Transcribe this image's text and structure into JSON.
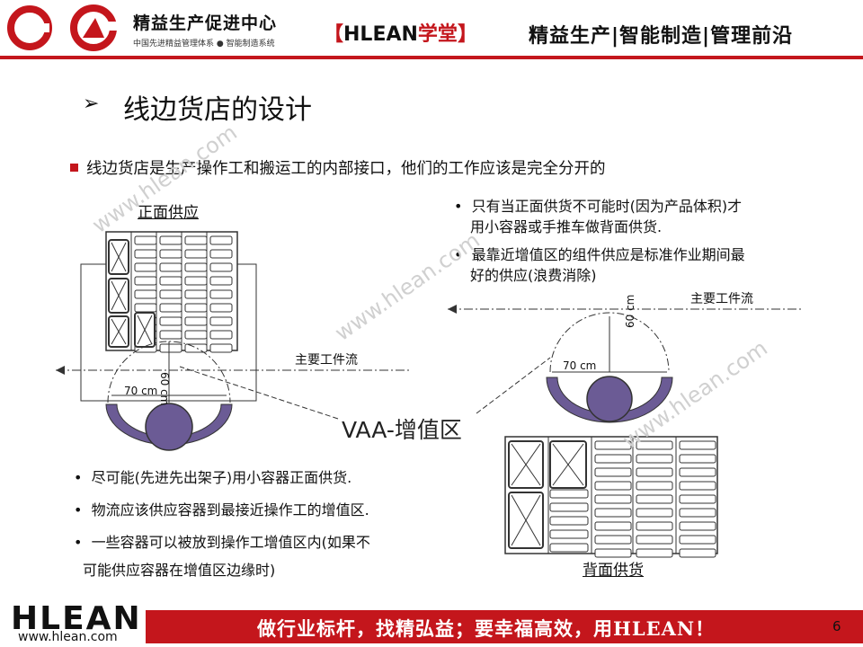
{
  "header": {
    "center_name": "精益生产促进中心",
    "center_subtitle": "中国先进精益管理体系 ● 智能制造系统",
    "brand_open": "【",
    "brand_name": "HLEAN",
    "brand_suffix": "学堂",
    "brand_close": "】",
    "tagline": "精益生产|智能制造|管理前沿"
  },
  "slide": {
    "title": "线边货店的设计",
    "title_marker": "➢",
    "main_point": "线边货店是生产操作工和搬运工的内部接口，他们的工作应该是完全分开的",
    "right_notes": [
      {
        "line1": "只有当正面供货不可能时(因为产品体积)才",
        "line2": "用小容器或手推车做背面供货."
      },
      {
        "line1": "最靠近增值区的组件供应是标准作业期间最",
        "line2": "好的供应(浪费消除)"
      }
    ],
    "left_notes": [
      {
        "line1": "尽可能(先进先出架子)用小容器正面供货."
      },
      {
        "line1": "物流应该供应容器到最接近操作工的增值区."
      },
      {
        "line1": "一些容器可以被放到操作工增值区内(如果不",
        "line2": "可能供应容器在增值区边缘时)"
      }
    ],
    "bullet_glyph": "•"
  },
  "diagram": {
    "front_label": "正面供应",
    "back_label": "背面供货",
    "flow_label_left": "主要工件流",
    "flow_label_right": "主要工件流",
    "width_left": "70 cm",
    "depth_left": "60 cm",
    "width_right": "70 cm",
    "depth_right": "60 cm",
    "vaa_label": "VAA-增值区",
    "watermark": "www.hlean.com",
    "operator_color": "#6b5b95"
  },
  "footer": {
    "brand": "HLEAN",
    "url": "www.hlean.com",
    "slogan": "做行业标杆，找精弘益；要幸福高效，用HLEAN！",
    "page_number": "6"
  },
  "colors": {
    "accent": "#c4161c",
    "operator": "#6b5b95"
  }
}
